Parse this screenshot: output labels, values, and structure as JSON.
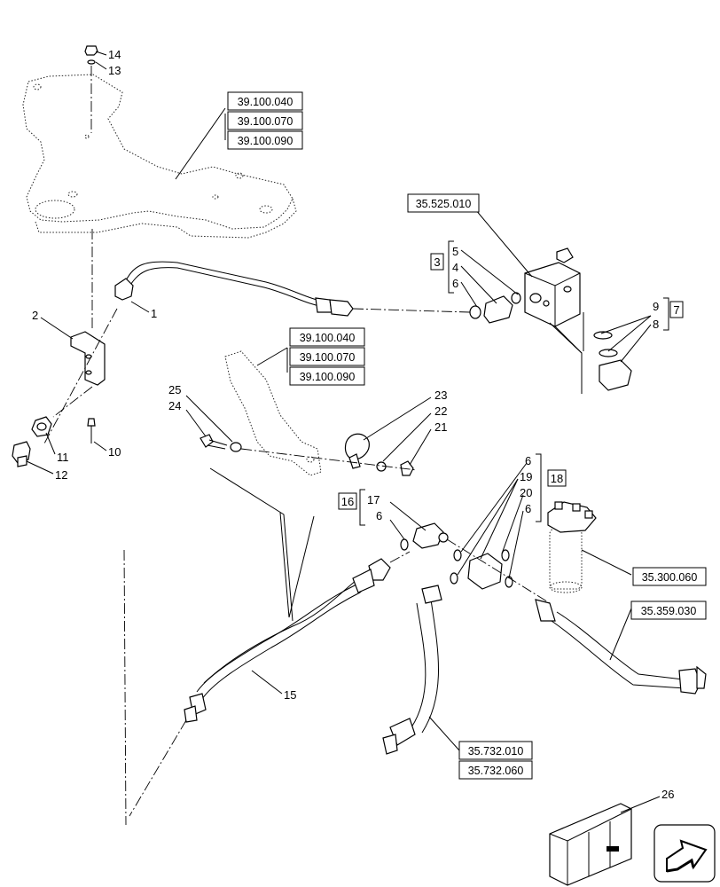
{
  "item_numbers": {
    "n1": "1",
    "n2": "2",
    "n3": "3",
    "n4": "4",
    "n5": "5",
    "n6": "6",
    "n7": "7",
    "n8": "8",
    "n9": "9",
    "n10": "10",
    "n11": "11",
    "n12": "12",
    "n13": "13",
    "n14": "14",
    "n15": "15",
    "n16": "16",
    "n17": "17",
    "n18": "18",
    "n19": "19",
    "n20": "20",
    "n21": "21",
    "n22": "22",
    "n23": "23",
    "n24": "24",
    "n25": "25",
    "n26": "26"
  },
  "references": {
    "frame_group_a": [
      "39.100.040",
      "39.100.070",
      "39.100.090"
    ],
    "frame_group_b": [
      "39.100.040",
      "39.100.070",
      "39.100.090"
    ],
    "valve_block": "35.525.010",
    "filter": "35.300.060",
    "return_hose": "35.359.030",
    "lower_hose": [
      "35.732.010",
      "35.732.060"
    ]
  }
}
